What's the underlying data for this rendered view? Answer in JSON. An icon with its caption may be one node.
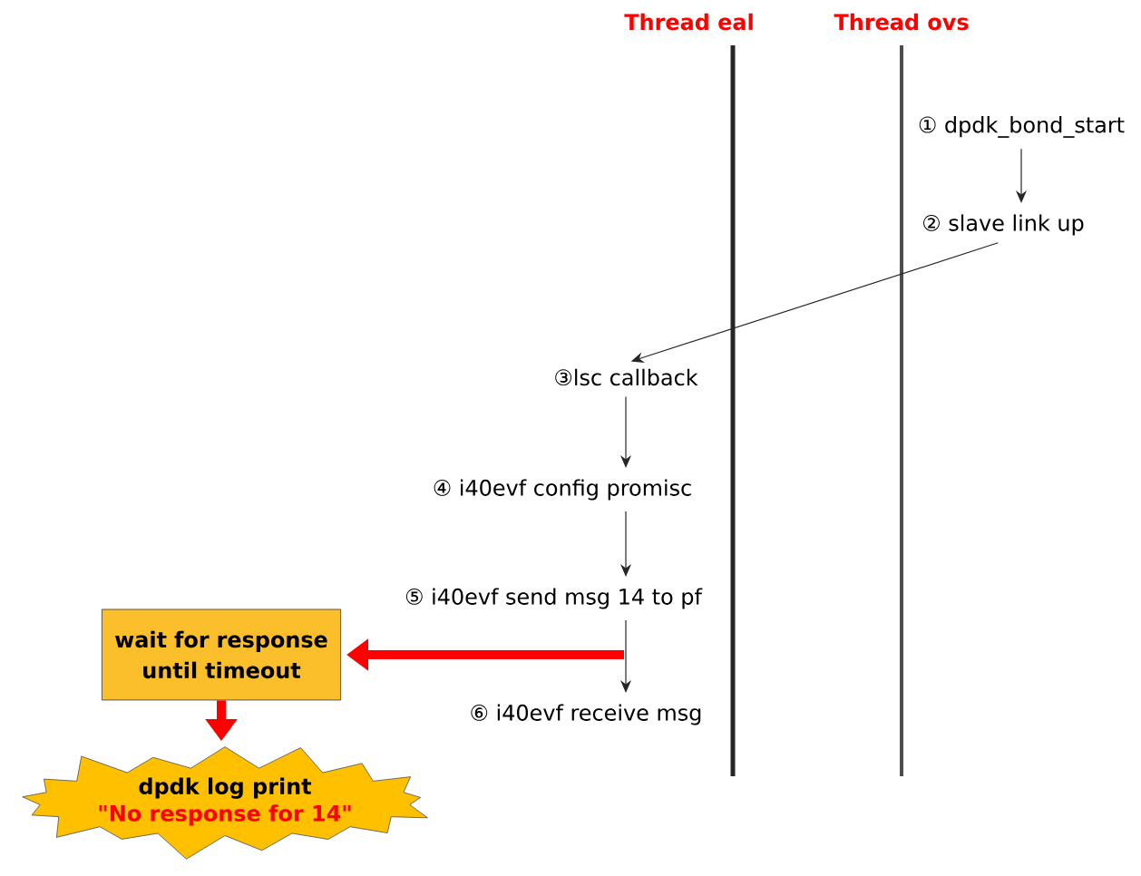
{
  "diagram": {
    "nodes": [
      {
        "text": [
          "① dpdk_bond_start"
        ]
      },
      {
        "text": [
          "② slave link up"
        ]
      },
      {
        "text": [
          "③lsc callback"
        ]
      },
      {
        "text": [
          "④ i40evf config promisc"
        ]
      },
      {
        "text": [
          "⑤ i40evf send msg 14 to pf"
        ]
      },
      {
        "text": [
          "⑥ i40evf receive msg"
        ]
      },
      {
        "text": [
          "wait for response until timeout"
        ]
      },
      {
        "text": [
          "dpdk log print",
          "\"No response for 14\""
        ]
      }
    ],
    "edges": [
      {
        "from": 0,
        "to": 1,
        "arrow": "to"
      },
      {
        "from": 1,
        "to": 2,
        "arrow": "to"
      },
      {
        "from": 2,
        "to": 3,
        "arrow": "to"
      },
      {
        "from": 3,
        "to": 4,
        "arrow": "to"
      },
      {
        "from": 4,
        "to": 5,
        "arrow": "to"
      },
      {
        "from": null,
        "to": 6,
        "arrow": "to",
        "style": "thick",
        "color": "#ff0000"
      },
      {
        "from": 6,
        "to": 7,
        "arrow": "to",
        "style": "thick",
        "color": "#ff0000"
      }
    ],
    "labels": [
      "Thread eal",
      "Thread ovs"
    ]
  }
}
